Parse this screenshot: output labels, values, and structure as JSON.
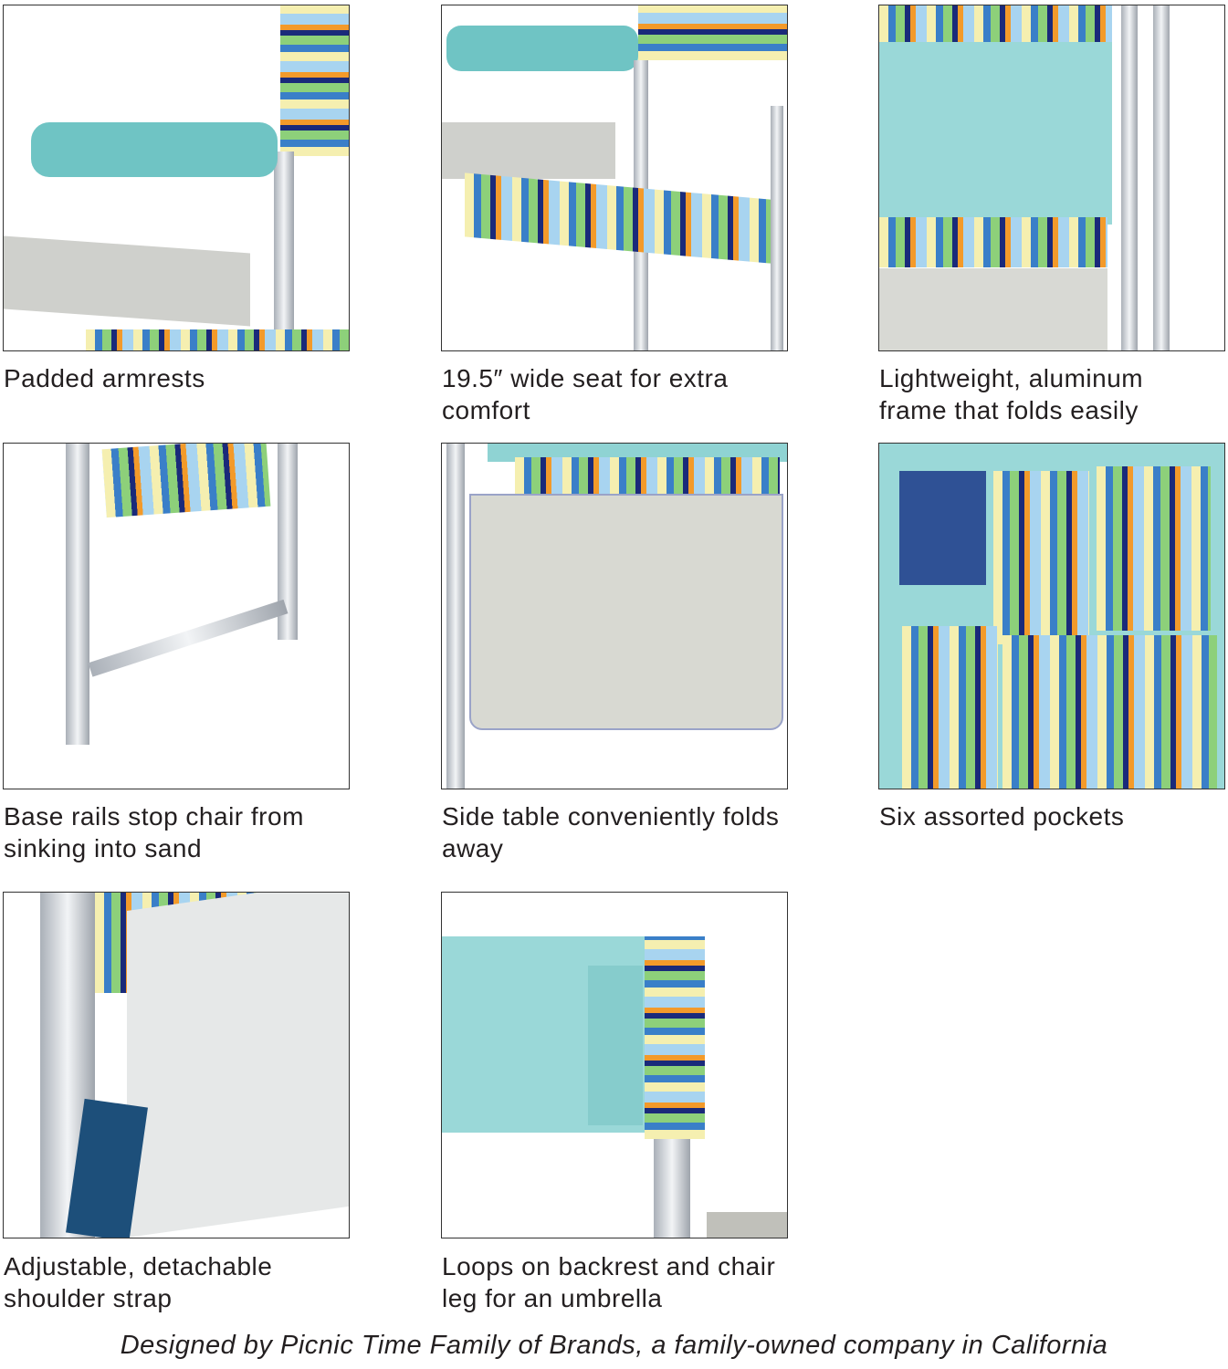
{
  "features": [
    {
      "caption": "Padded armrests"
    },
    {
      "caption": "19.5″ wide seat for extra comfort"
    },
    {
      "caption": "Lightweight, aluminum frame that folds easily"
    },
    {
      "caption": "Base rails stop chair from sinking into sand"
    },
    {
      "caption": "Side table conveniently folds away"
    },
    {
      "caption": "Six assorted pockets"
    },
    {
      "caption": "Adjustable, detachable shoulder strap"
    },
    {
      "caption": "Loops on backrest and chair leg for an umbrella"
    }
  ],
  "footer": "Designed by Picnic Time Family of Brands, a family-owned company in California"
}
